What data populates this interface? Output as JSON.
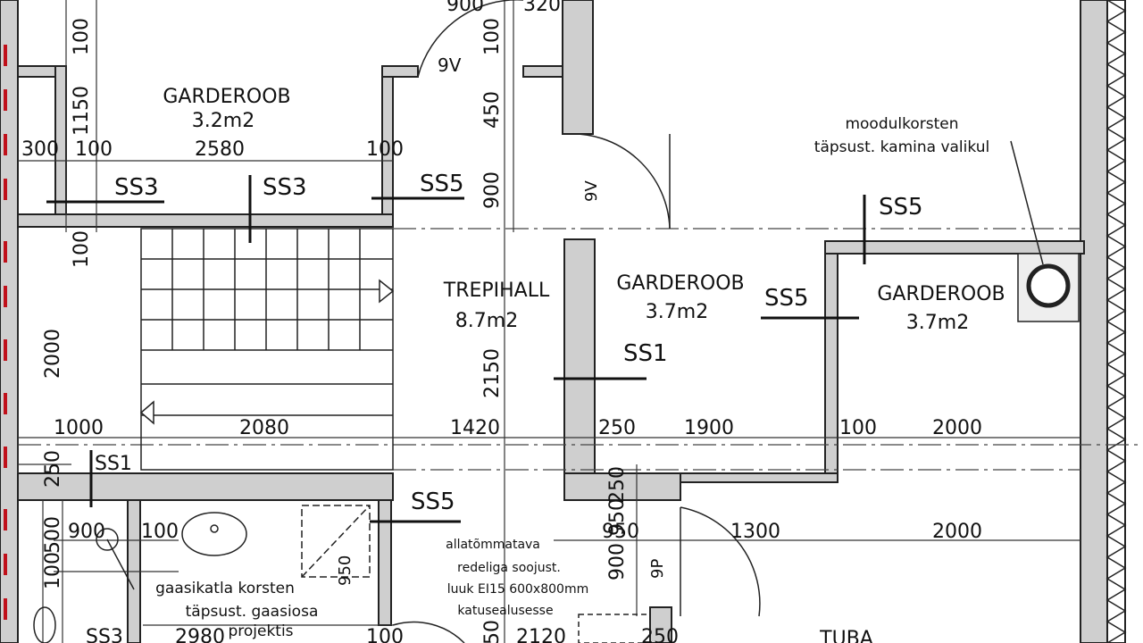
{
  "rooms": {
    "garderoob1": {
      "name": "GARDEROOB",
      "area": "3.2m2"
    },
    "trepihall": {
      "name": "TREPIHALL",
      "area": "8.7m2"
    },
    "garderoob2": {
      "name": "GARDEROOB",
      "area": "3.7m2"
    },
    "garderoob3": {
      "name": "GARDEROOB",
      "area": "3.7m2"
    },
    "tuba": {
      "name": "TUBA"
    }
  },
  "sections": {
    "ss3_a": "SS3",
    "ss3_b": "SS3",
    "ss5_a": "SS5",
    "ss5_b": "SS5",
    "ss5_c": "SS5",
    "ss5_d": "SS5",
    "ss1_a": "SS1",
    "ss1_b": "SS1",
    "ss3_c": "SS3"
  },
  "doors": {
    "d1": "9V",
    "d2": "9V",
    "d3": "9P"
  },
  "dimensions": {
    "top_900": "900",
    "top_320": "320",
    "v_100_top": "100",
    "v_1150": "1150",
    "v_100_left": "100",
    "v_2000": "2000",
    "v_250": "250",
    "v_500": "500",
    "v_100_low": "100",
    "v_100_mid": "100",
    "v_450": "450",
    "v_900": "900",
    "v_2150": "2150",
    "v_250_b": "250",
    "v_950": "950",
    "v_900_b": "900",
    "v_50": "50",
    "h_300": "300",
    "h_100_a": "100",
    "h_2580": "2580",
    "h_100_b": "100",
    "h_1000": "1000",
    "h_2080": "2080",
    "h_1420": "1420",
    "h_250": "250",
    "h_1900": "1900",
    "h_100_c": "100",
    "h_2000_a": "2000",
    "h_900": "900",
    "h_100_d": "100",
    "h_950": "950",
    "h_1300": "1300",
    "h_2000_b": "2000",
    "h_2980": "2980",
    "h_100_e": "100",
    "h_2120": "2120",
    "h_250_b": "250",
    "shaft_950": "950"
  },
  "notes": {
    "chimney_title": "moodulkorsten",
    "chimney_sub": "täpsust. kamina valikul",
    "gas_title": "gaasikatla korsten",
    "gas_sub1": "täpsust. gaasiosa",
    "gas_sub2": "projektis",
    "hatch1": "allatõmmatava",
    "hatch2": "redeliga soojust.",
    "hatch3": "luuk EI15 600x800mm",
    "hatch4": "katusealusesse"
  }
}
